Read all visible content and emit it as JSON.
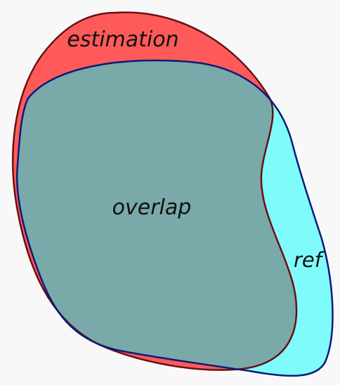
{
  "labels": {
    "estimation": "estimation",
    "overlap": "overlap",
    "ref": "ref"
  },
  "colors": {
    "background": "#f8f8f9",
    "estimation_fill": "#ff5a5a",
    "estimation_stroke": "#6b0f12",
    "ref_fill": "#7ffbfb",
    "ref_stroke": "#0b1a7a",
    "overlap_fill": "#7aa9a9"
  }
}
